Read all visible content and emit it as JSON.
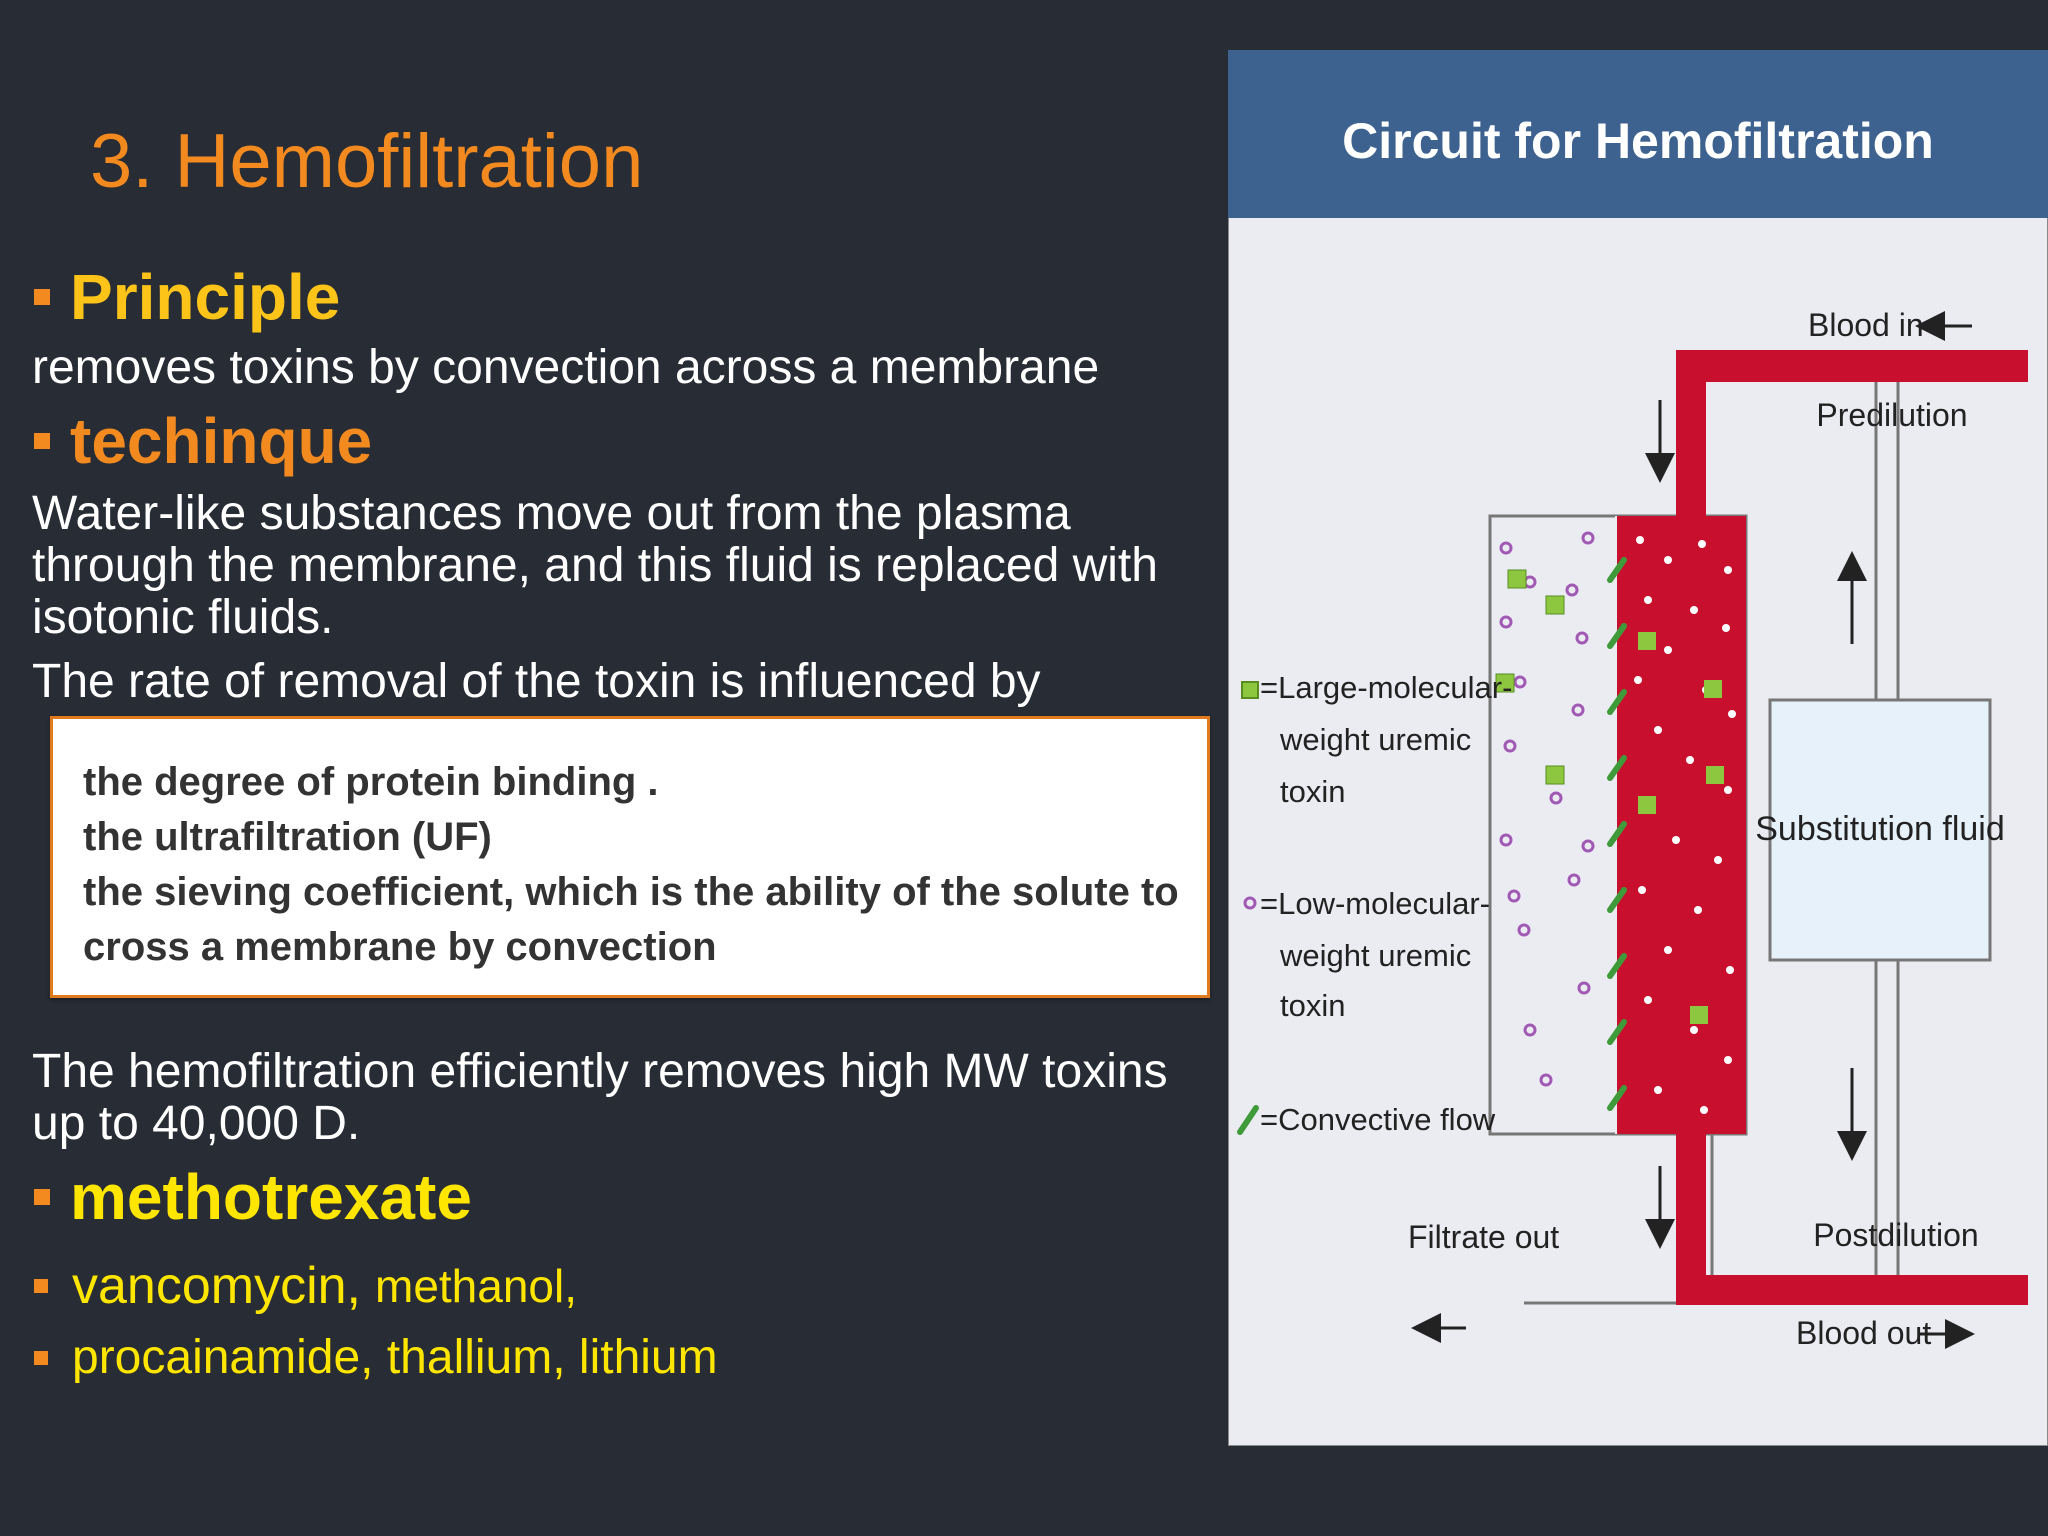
{
  "slide": {
    "title": "3. Hemofiltration",
    "principle_heading": "Principle",
    "principle_text": "removes toxins by convection across a membrane",
    "technique_heading": "techinque",
    "technique_text": "Water-like substances move out from the plasma through the membrane, and this fluid is replaced with isotonic fluids.",
    "rate_text": "The rate of removal of the toxin is influenced by",
    "factors": [
      "the degree of protein binding .",
      "the ultrafiltration (UF)",
      "the sieving coefficient, which is the ability of the solute to cross a membrane by convection"
    ],
    "efficiency_text": "The hemofiltration efficiently removes high MW toxins up to 40,000 D.",
    "drugs_heading": "methotrexate",
    "drugs_line1_a": "vancomycin,",
    "drugs_line1_b": "methanol,",
    "drugs_line2": "procainamide, thallium, lithium"
  },
  "figure": {
    "title": "Circuit for Hemofiltration",
    "blood_in": "Blood in",
    "predilution": "Predilution",
    "substitution_fluid": "Substitution fluid",
    "postdilution": "Postdilution",
    "blood_out": "Blood out",
    "filtrate_out": "Filtrate out",
    "legend": {
      "large_line1": "=Large-molecular-",
      "large_line2": "weight uremic",
      "large_line3": "toxin",
      "low_line1": "=Low-molecular-",
      "low_line2": "weight uremic",
      "low_line3": "toxin",
      "flow": "=Convective flow"
    },
    "colors": {
      "header": "#3e628f",
      "background": "#ebebf2",
      "blood": "#c8102e",
      "substitution_box": "#e6f1fa",
      "large_toxin": "#8dc63f",
      "low_toxin": "#a05ab4"
    }
  }
}
